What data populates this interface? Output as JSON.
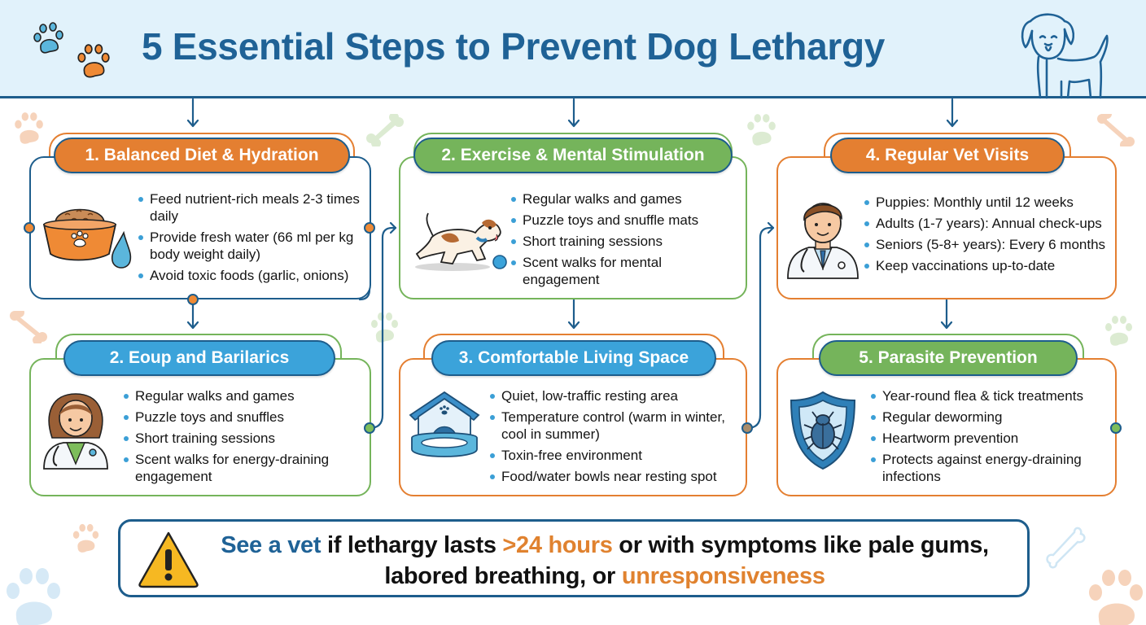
{
  "header": {
    "title": "5 Essential Steps to Prevent Dog Lethargy",
    "icons": [
      "paw-blue-icon",
      "paw-orange-icon",
      "dog-outline-icon"
    ]
  },
  "colors": {
    "header_bg": "#e1f2fb",
    "title": "#1f6296",
    "line": "#1d5d8c",
    "orange": "#e47f31",
    "green": "#75b45b",
    "blue": "#3ba3da",
    "bullet": "#3b9fd6"
  },
  "cards": [
    {
      "id": "balanced-diet",
      "title": "1. Balanced Diet & Hydration",
      "pill_color": "orange",
      "border_color": "#1d5d8c",
      "frame_color": "#e47f31",
      "icon": "food-bowl-water-drop-icon",
      "bullets": [
        "Feed nutrient-rich meals 2-3 times daily",
        "Provide fresh water (66 ml per kg body weight daily)",
        "Avoid toxic foods (garlic, onions)"
      ]
    },
    {
      "id": "exercise",
      "title": "2. Exercise & Mental Stimulation",
      "pill_color": "green",
      "border_color": "#75b45b",
      "frame_color": "#75b45b",
      "icon": "running-dog-ball-icon",
      "bullets": [
        "Regular walks and games",
        "Puzzle toys and snuffle mats",
        "Short training sessions",
        "Scent walks for mental engagement"
      ]
    },
    {
      "id": "vet-visits",
      "title": "4. Regular Vet Visits",
      "pill_color": "orange",
      "border_color": "#e47f31",
      "frame_color": "#e47f31",
      "icon": "male-vet-icon",
      "bullets": [
        "Puppies: Monthly until 12 weeks",
        "Adults (1-7 years): Annual check-ups",
        "Seniors (5-8+ years): Every 6 months",
        "Keep vaccinations up-to-date"
      ]
    },
    {
      "id": "equip",
      "title": "2. Eoup and Barilarics",
      "pill_color": "blue",
      "border_color": "#75b45b",
      "frame_color": "#75b45b",
      "icon": "female-vet-icon",
      "bullets": [
        "Regular walks and games",
        "Puzzle toys and snuffles",
        "Short training sessions",
        "Scent walks for energy-draining engagement"
      ]
    },
    {
      "id": "living-space",
      "title": "3. Comfortable Living Space",
      "pill_color": "blue",
      "border_color": "#e47f31",
      "frame_color": "#e47f31",
      "icon": "dog-house-bed-icon",
      "bullets": [
        "Quiet, low-traffic resting area",
        "Temperature control (warm in winter, cool in summer)",
        "Toxin-free environment",
        "Food/water bowls near resting spot"
      ]
    },
    {
      "id": "parasite",
      "title": "5. Parasite Prevention",
      "pill_color": "green",
      "border_color": "#e47f31",
      "frame_color": "#75b45b",
      "icon": "shield-bug-icon",
      "bullets": [
        "Year-round flea & tick treatments",
        "Regular deworming",
        "Heartworm prevention",
        "Protects against energy-draining infections"
      ]
    }
  ],
  "warning": {
    "icon": "warning-triangle-icon",
    "part1": "See a vet",
    "part2": " if lethargy lasts ",
    "part3": ">24 hours",
    "part4": " or with symptoms like pale gums,",
    "part5": "labored breathing, or ",
    "part6": "unresponsiveness"
  }
}
